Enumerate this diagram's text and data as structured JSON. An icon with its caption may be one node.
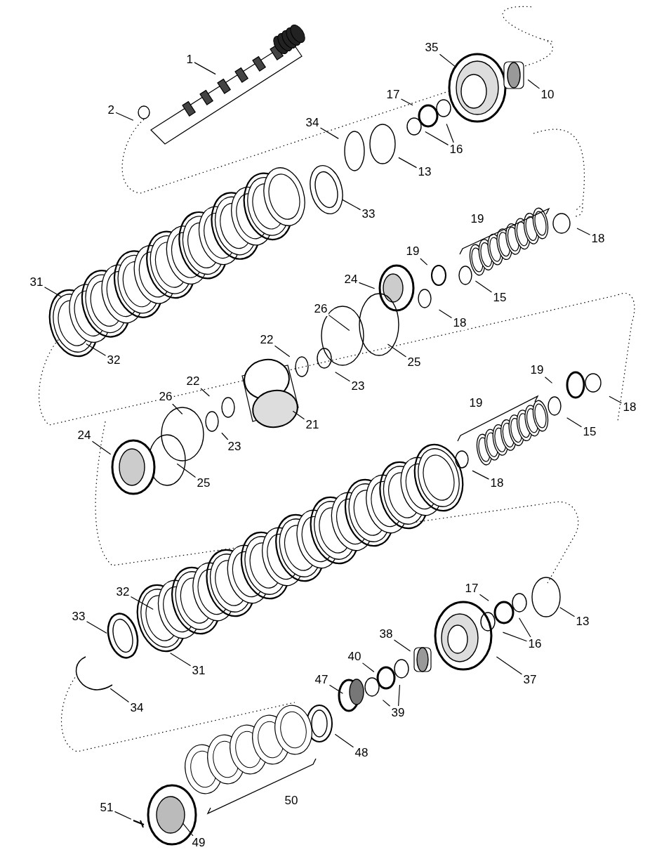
{
  "diagram": {
    "nodes": [
      {
        "text": [
          "1"
        ]
      },
      {
        "text": [
          "35"
        ]
      },
      {
        "text": [
          "2"
        ]
      },
      {
        "text": [
          "17"
        ]
      },
      {
        "text": [
          "10"
        ]
      },
      {
        "text": [
          "34"
        ]
      },
      {
        "text": [
          "16"
        ]
      },
      {
        "text": [
          "13"
        ]
      },
      {
        "text": [
          "33"
        ]
      },
      {
        "text": [
          "19"
        ]
      },
      {
        "text": [
          "18"
        ]
      },
      {
        "text": [
          "19"
        ]
      },
      {
        "text": [
          "31"
        ]
      },
      {
        "text": [
          "24"
        ]
      },
      {
        "text": [
          "15"
        ]
      },
      {
        "text": [
          "18"
        ]
      },
      {
        "text": [
          "26"
        ]
      },
      {
        "text": [
          "22"
        ]
      },
      {
        "text": [
          "32"
        ]
      },
      {
        "text": [
          "25"
        ]
      },
      {
        "text": [
          "19"
        ]
      },
      {
        "text": [
          "22"
        ]
      },
      {
        "text": [
          "23"
        ]
      },
      {
        "text": [
          "26"
        ]
      },
      {
        "text": [
          "19"
        ]
      },
      {
        "text": [
          "18"
        ]
      },
      {
        "text": [
          "21"
        ]
      },
      {
        "text": [
          "24"
        ]
      },
      {
        "text": [
          "15"
        ]
      },
      {
        "text": [
          "23"
        ]
      },
      {
        "text": [
          "25"
        ]
      },
      {
        "text": [
          "18"
        ]
      },
      {
        "text": [
          "32"
        ]
      },
      {
        "text": [
          "17"
        ]
      },
      {
        "text": [
          "33"
        ]
      },
      {
        "text": [
          "13"
        ]
      },
      {
        "text": [
          "16"
        ]
      },
      {
        "text": [
          "38"
        ]
      },
      {
        "text": [
          "40"
        ]
      },
      {
        "text": [
          "31"
        ]
      },
      {
        "text": [
          "47"
        ]
      },
      {
        "text": [
          "37"
        ]
      },
      {
        "text": [
          "34"
        ]
      },
      {
        "text": [
          "39"
        ]
      },
      {
        "text": [
          "48"
        ]
      },
      {
        "text": [
          "50"
        ]
      },
      {
        "text": [
          "51"
        ]
      },
      {
        "text": [
          "49"
        ]
      }
    ],
    "edges": [
      {
        "from": 0,
        "to": null,
        "arrow": "none"
      },
      {
        "from": 1,
        "to": null,
        "arrow": "none"
      },
      {
        "from": 2,
        "to": null,
        "arrow": "none"
      },
      {
        "from": 3,
        "to": null,
        "arrow": "none"
      },
      {
        "from": 4,
        "to": null,
        "arrow": "none"
      },
      {
        "from": 5,
        "to": null,
        "arrow": "none"
      },
      {
        "from": 6,
        "to": null,
        "arrow": "none"
      },
      {
        "from": 6,
        "to": null,
        "arrow": "none"
      },
      {
        "from": 7,
        "to": null,
        "arrow": "none"
      },
      {
        "from": 8,
        "to": null,
        "arrow": "none"
      },
      {
        "from": 10,
        "to": null,
        "arrow": "none"
      },
      {
        "from": 11,
        "to": null,
        "arrow": "none"
      },
      {
        "from": 12,
        "to": null,
        "arrow": "none"
      },
      {
        "from": 13,
        "to": null,
        "arrow": "none"
      },
      {
        "from": 14,
        "to": null,
        "arrow": "none"
      },
      {
        "from": 15,
        "to": null,
        "arrow": "none"
      },
      {
        "from": 16,
        "to": null,
        "arrow": "none"
      },
      {
        "from": 17,
        "to": null,
        "arrow": "none"
      },
      {
        "from": 18,
        "to": null,
        "arrow": "none"
      },
      {
        "from": 19,
        "to": null,
        "arrow": "none"
      },
      {
        "from": 20,
        "to": null,
        "arrow": "none"
      },
      {
        "from": 21,
        "to": null,
        "arrow": "none"
      },
      {
        "from": 22,
        "to": null,
        "arrow": "none"
      },
      {
        "from": 23,
        "to": null,
        "arrow": "none"
      },
      {
        "from": 25,
        "to": null,
        "arrow": "none"
      },
      {
        "from": 26,
        "to": null,
        "arrow": "none"
      },
      {
        "from": 27,
        "to": null,
        "arrow": "none"
      },
      {
        "from": 28,
        "to": null,
        "arrow": "none"
      },
      {
        "from": 29,
        "to": null,
        "arrow": "none"
      },
      {
        "from": 30,
        "to": null,
        "arrow": "none"
      },
      {
        "from": 31,
        "to": null,
        "arrow": "none"
      },
      {
        "from": 32,
        "to": null,
        "arrow": "none"
      },
      {
        "from": 33,
        "to": null,
        "arrow": "none"
      },
      {
        "from": 34,
        "to": null,
        "arrow": "none"
      },
      {
        "from": 35,
        "to": null,
        "arrow": "none"
      },
      {
        "from": 36,
        "to": null,
        "arrow": "none"
      },
      {
        "from": 36,
        "to": null,
        "arrow": "none"
      },
      {
        "from": 37,
        "to": null,
        "arrow": "none"
      },
      {
        "from": 38,
        "to": null,
        "arrow": "none"
      },
      {
        "from": 39,
        "to": null,
        "arrow": "none"
      },
      {
        "from": 40,
        "to": null,
        "arrow": "none"
      },
      {
        "from": 41,
        "to": null,
        "arrow": "none"
      },
      {
        "from": 42,
        "to": null,
        "arrow": "none"
      },
      {
        "from": 43,
        "to": null,
        "arrow": "none"
      },
      {
        "from": 43,
        "to": null,
        "arrow": "none"
      },
      {
        "from": 44,
        "to": null,
        "arrow": "none"
      },
      {
        "from": 46,
        "to": null,
        "arrow": "none"
      },
      {
        "from": 47,
        "to": null,
        "arrow": "none"
      }
    ]
  }
}
